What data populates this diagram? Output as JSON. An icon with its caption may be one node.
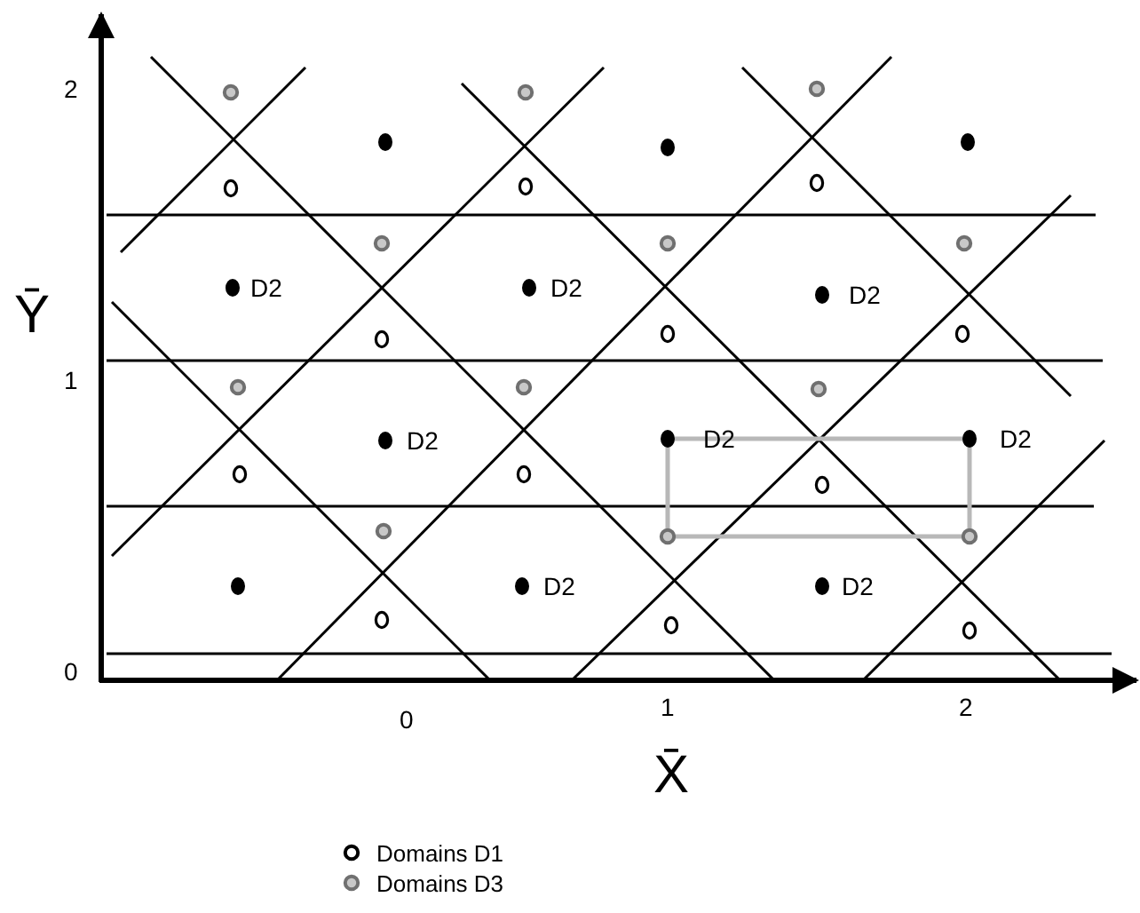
{
  "diagram": {
    "labels": [
      "2",
      "D2",
      "D2",
      "D2",
      "Ȳ",
      "1",
      "D2",
      "D2",
      "D2",
      "D2",
      "D2",
      "0",
      "0",
      "1",
      "2",
      "X̄"
    ],
    "legend": [
      {
        "text": "Domains D1"
      },
      {
        "text": "Domains D3"
      }
    ]
  }
}
